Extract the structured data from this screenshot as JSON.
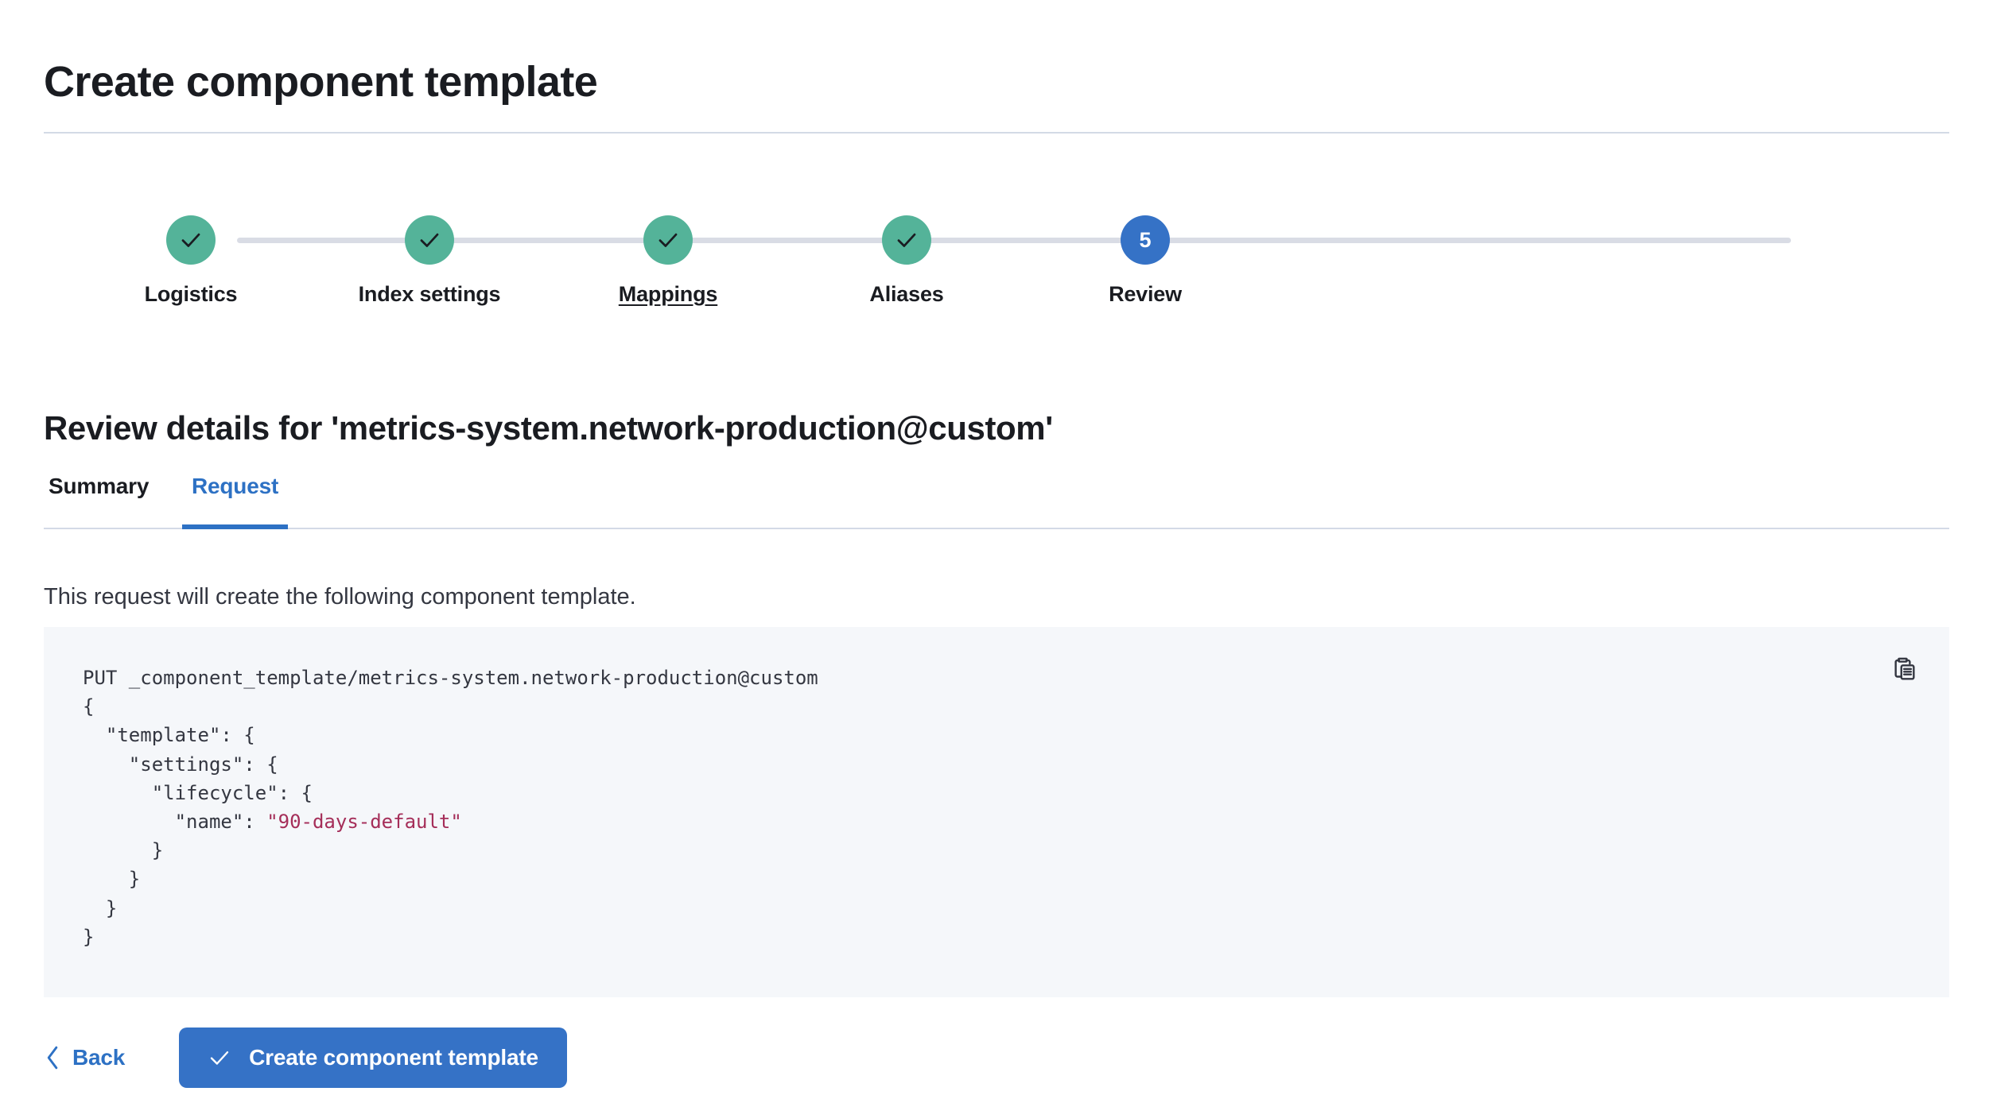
{
  "header": {
    "title": "Create component template"
  },
  "stepper": {
    "accent_done_color": "#54B399",
    "accent_current_color": "#3572C6",
    "steps": [
      {
        "label": "Logistics",
        "state": "done",
        "number": "1",
        "icon": "check-icon",
        "linked": false
      },
      {
        "label": "Index settings",
        "state": "done",
        "number": "2",
        "icon": "check-icon",
        "linked": false
      },
      {
        "label": "Mappings",
        "state": "done",
        "number": "3",
        "icon": "check-icon",
        "linked": true
      },
      {
        "label": "Aliases",
        "state": "done",
        "number": "4",
        "icon": "check-icon",
        "linked": false
      },
      {
        "label": "Review",
        "state": "current",
        "number": "5",
        "icon": "",
        "linked": false
      }
    ]
  },
  "review": {
    "heading": "Review details for 'metrics-system.network-production@custom'",
    "tabs": [
      {
        "label": "Summary",
        "active": false
      },
      {
        "label": "Request",
        "active": true
      }
    ],
    "description": "This request will create the following component template.",
    "request": {
      "method_line": "PUT _component_template/metrics-system.network-production@custom",
      "lines": [
        "{",
        "  \"template\": {",
        "    \"settings\": {",
        "      \"lifecycle\": {",
        "        \"name\": ",
        "      }",
        "    }",
        "  }",
        "}"
      ],
      "lifecycle_name_value": "\"90-days-default\"",
      "copy_icon": "copy-clipboard-icon",
      "string_color": "#A52E59"
    }
  },
  "footer": {
    "back_label": "Back",
    "back_icon": "chevron-left-icon",
    "create_label": "Create component template",
    "create_icon": "check-icon",
    "primary_color": "#3572C6"
  }
}
